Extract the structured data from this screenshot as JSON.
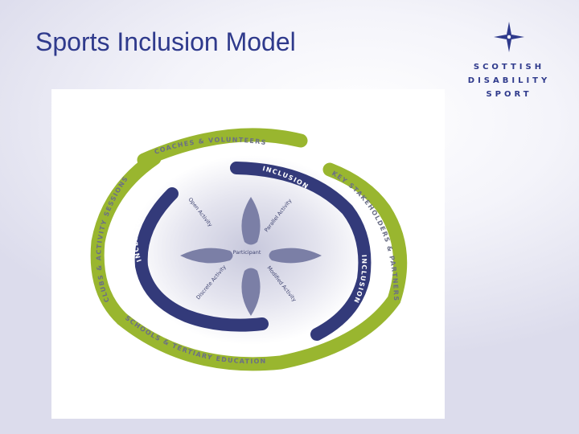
{
  "slide": {
    "title": "Sports Inclusion Model"
  },
  "logo": {
    "icon": "four-point-star-icon",
    "lines": [
      "SCOTTISH",
      "DISABILITY",
      "SPORT"
    ]
  },
  "diagram": {
    "outer_ring": {
      "top": "COACHES & VOLUNTEERS",
      "left": "CLUBS & ACTIVITY SESSIONS",
      "right": "KEY STAKEHOLDERS & PARTNERS",
      "bottom": "SCHOOLS & TERTIARY EDUCATION"
    },
    "inner_ring": {
      "top": "INCLUSION",
      "left": "INCLUSION",
      "right": "INCLUSION"
    },
    "center": "Participant",
    "petals": {
      "top_left": "Open Activity",
      "top_right": "Parallel Activity",
      "bottom_left": "Discrete Activity",
      "bottom_right": "Modified Activity"
    },
    "colors": {
      "outer_ring": "#99b62f",
      "inner_ring": "#333a7a",
      "petal": "#7b7fa6",
      "title": "#2f3a8c"
    }
  }
}
